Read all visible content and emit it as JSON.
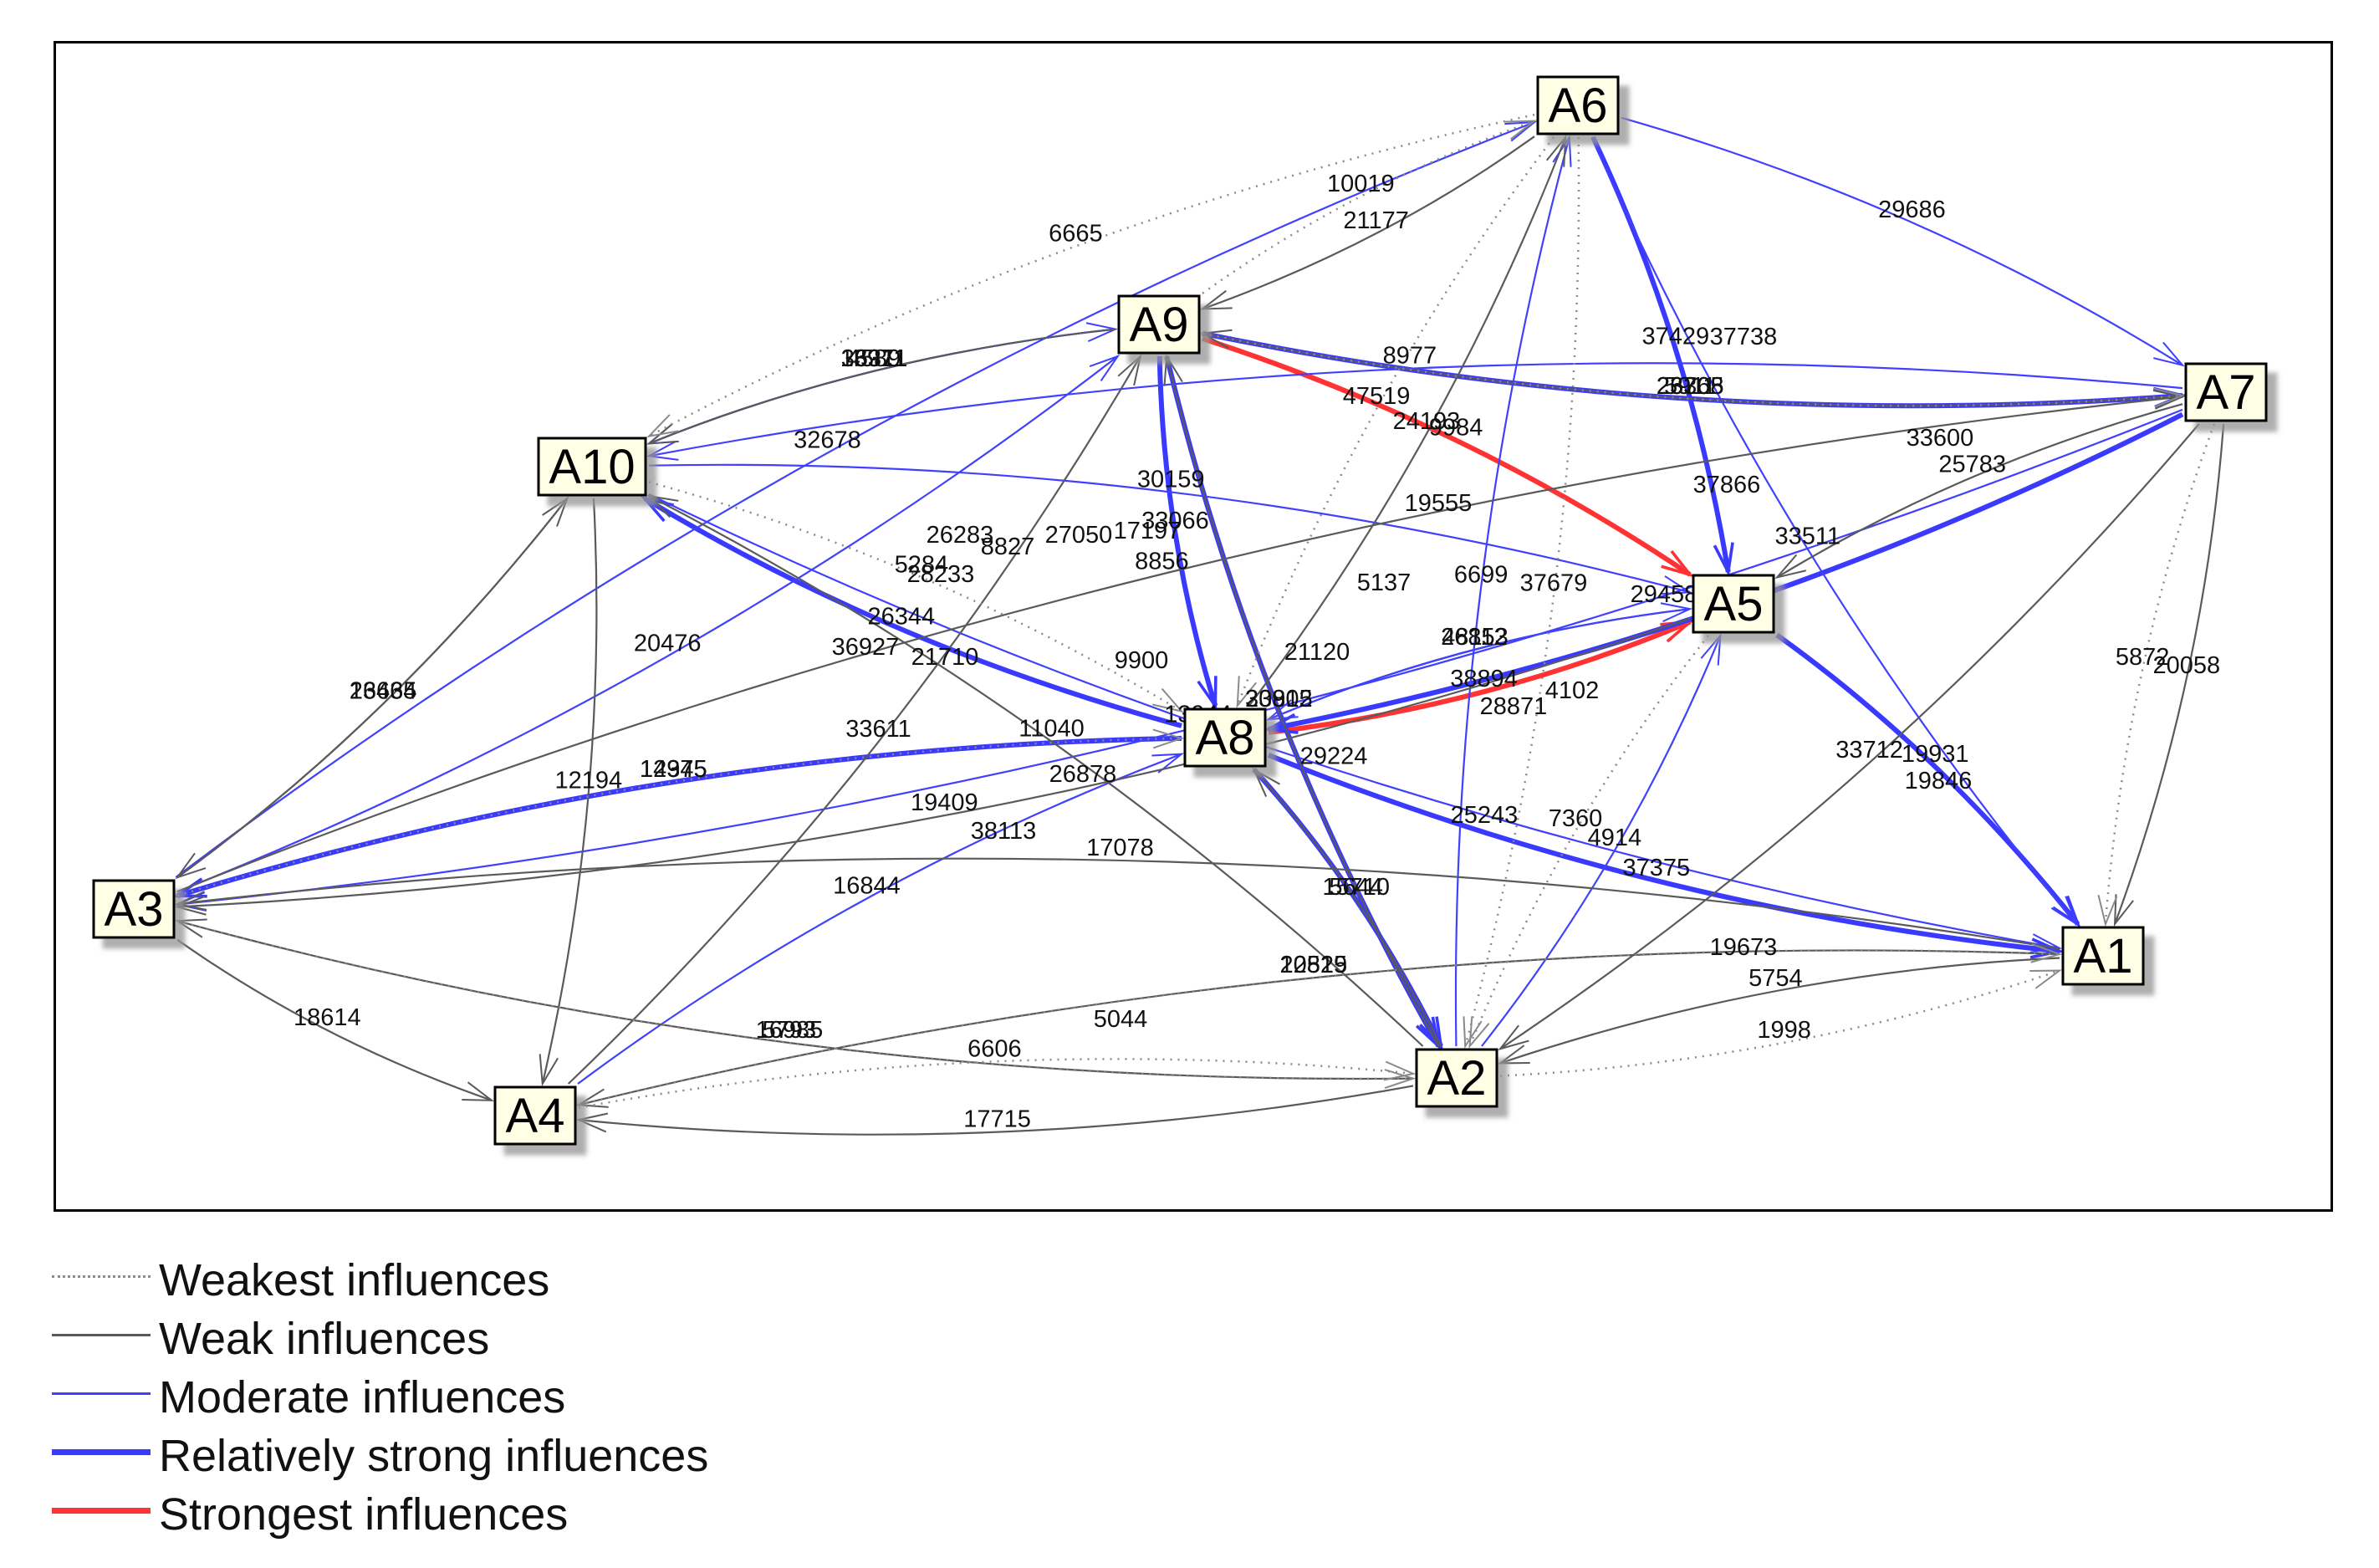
{
  "nodes": [
    {
      "id": "A1",
      "label": "A1"
    },
    {
      "id": "A2",
      "label": "A2"
    },
    {
      "id": "A3",
      "label": "A3"
    },
    {
      "id": "A4",
      "label": "A4"
    },
    {
      "id": "A5",
      "label": "A5"
    },
    {
      "id": "A6",
      "label": "A6"
    },
    {
      "id": "A7",
      "label": "A7"
    },
    {
      "id": "A8",
      "label": "A8"
    },
    {
      "id": "A9",
      "label": "A9"
    },
    {
      "id": "A10",
      "label": "A10"
    }
  ],
  "edges": [
    {
      "from": "A9",
      "to": "A5",
      "cls": "strongest",
      "label": "9984"
    },
    {
      "from": "A8",
      "to": "A5",
      "cls": "strongest",
      "label": "38894"
    },
    {
      "from": "A6",
      "to": "A5",
      "cls": "strong",
      "label": "37429"
    },
    {
      "from": "A9",
      "to": "A7",
      "cls": "strong",
      "label": "26305"
    },
    {
      "from": "A8",
      "to": "A10",
      "cls": "strong",
      "label": "26344"
    },
    {
      "from": "A9",
      "to": "A2",
      "cls": "strong",
      "label": "33815"
    },
    {
      "from": "A8",
      "to": "A2",
      "cls": "strong",
      "label": "5644"
    },
    {
      "from": "A8",
      "to": "A1",
      "cls": "strong",
      "label": "37375"
    },
    {
      "from": "A5",
      "to": "A1",
      "cls": "strong",
      "label": "19931"
    },
    {
      "from": "A8",
      "to": "A3",
      "cls": "strong",
      "label": "12345"
    },
    {
      "from": "A7",
      "to": "A8",
      "cls": "strong",
      "label": "14056"
    },
    {
      "from": "A9",
      "to": "A8",
      "cls": "strong",
      "label": "33066"
    },
    {
      "from": "A6",
      "to": "A7",
      "cls": "moderate",
      "label": "29686"
    },
    {
      "from": "A9",
      "to": "A10",
      "cls": "moderate",
      "label": "4589"
    },
    {
      "from": "A10",
      "to": "A9",
      "cls": "moderate",
      "label": "36311"
    },
    {
      "from": "A3",
      "to": "A9",
      "cls": "moderate",
      "label": "20476"
    },
    {
      "from": "A10",
      "to": "A5",
      "cls": "moderate",
      "label": "30159"
    },
    {
      "from": "A7",
      "to": "A10",
      "cls": "moderate",
      "label": "8977"
    },
    {
      "from": "A4",
      "to": "A8",
      "cls": "moderate",
      "label": "16844"
    },
    {
      "from": "A2",
      "to": "A5",
      "cls": "moderate",
      "label": "4914"
    },
    {
      "from": "A2",
      "to": "A6",
      "cls": "moderate",
      "label": "6699"
    },
    {
      "from": "A6",
      "to": "A1",
      "cls": "moderate",
      "label": "33511"
    },
    {
      "from": "A7",
      "to": "A3",
      "cls": "moderate",
      "label": "13944"
    },
    {
      "from": "A10",
      "to": "A1",
      "cls": "moderate",
      "label": "29224"
    },
    {
      "from": "A8",
      "to": "A5",
      "cls": "moderate",
      "label": "48112"
    },
    {
      "from": "A5",
      "to": "A8",
      "cls": "moderate",
      "label": "26853"
    },
    {
      "from": "A3",
      "to": "A6",
      "cls": "moderate",
      "label": "32678"
    },
    {
      "from": "A2",
      "to": "A8",
      "cls": "weak",
      "label": "15710"
    },
    {
      "from": "A10",
      "to": "A3",
      "cls": "weak",
      "label": "16664"
    },
    {
      "from": "A3",
      "to": "A10",
      "cls": "weak",
      "label": "23435"
    },
    {
      "from": "A10",
      "to": "A4",
      "cls": "weak",
      "label": "12194"
    },
    {
      "from": "A3",
      "to": "A4",
      "cls": "weak",
      "label": "18614"
    },
    {
      "from": "A2",
      "to": "A4",
      "cls": "weak",
      "label": "17715"
    },
    {
      "from": "A1",
      "to": "A2",
      "cls": "weak",
      "label": "5754"
    },
    {
      "from": "A7",
      "to": "A1",
      "cls": "weak",
      "label": "20058"
    },
    {
      "from": "A1",
      "to": "A3",
      "cls": "weak",
      "label": "17078"
    },
    {
      "from": "A2",
      "to": "A3",
      "cls": "weak",
      "label": "5793"
    },
    {
      "from": "A1",
      "to": "A4",
      "cls": "weak",
      "label": "20825"
    },
    {
      "from": "A6",
      "to": "A9",
      "cls": "weak",
      "label": "21177"
    },
    {
      "from": "A9",
      "to": "A10",
      "cls": "weak",
      "label": "18971"
    },
    {
      "from": "A7",
      "to": "A9",
      "cls": "weak",
      "label": "23768"
    },
    {
      "from": "A7",
      "to": "A5",
      "cls": "weak",
      "label": "25783"
    },
    {
      "from": "A7",
      "to": "A2",
      "cls": "weak",
      "label": "33712"
    },
    {
      "from": "A2",
      "to": "A10",
      "cls": "weak",
      "label": "11040"
    },
    {
      "from": "A3",
      "to": "A7",
      "cls": "weak",
      "label": "8856"
    },
    {
      "from": "A4",
      "to": "A9",
      "cls": "weak",
      "label": "33611"
    },
    {
      "from": "A2",
      "to": "A9",
      "cls": "weak",
      "label": "20902"
    },
    {
      "from": "A8",
      "to": "A6",
      "cls": "weak",
      "label": "24193"
    },
    {
      "from": "A5",
      "to": "A3",
      "cls": "weak",
      "label": "19409"
    },
    {
      "from": "A6",
      "to": "A10",
      "cls": "weakest",
      "label": "6665"
    },
    {
      "from": "A9",
      "to": "A6",
      "cls": "weakest",
      "label": "10019"
    },
    {
      "from": "A9",
      "to": "A7",
      "cls": "weakest",
      "label": "5911"
    },
    {
      "from": "A4",
      "to": "A2",
      "cls": "weakest",
      "label": "6606"
    },
    {
      "from": "A2",
      "to": "A1",
      "cls": "weakest",
      "label": "1998"
    },
    {
      "from": "A4",
      "to": "A1",
      "cls": "weakest",
      "label": "12519"
    },
    {
      "from": "A3",
      "to": "A2",
      "cls": "weakest",
      "label": "16985"
    },
    {
      "from": "A6",
      "to": "A2",
      "cls": "weakest",
      "label": "37679"
    },
    {
      "from": "A7",
      "to": "A1",
      "cls": "weakest",
      "label": "5872"
    },
    {
      "from": "A3",
      "to": "A8",
      "cls": "weakest",
      "label": "14975"
    },
    {
      "from": "A5",
      "to": "A2",
      "cls": "weakest",
      "label": "7360"
    },
    {
      "from": "A10",
      "to": "A8",
      "cls": "weakest",
      "label": "5284"
    },
    {
      "from": "A6",
      "to": "A8",
      "cls": "weakest",
      "label": "47519"
    }
  ],
  "floating_labels": [
    "33600",
    "37738",
    "37866",
    "19555",
    "5137",
    "21120",
    "9900",
    "28233",
    "36927",
    "21710",
    "27050",
    "17197",
    "26283",
    "38113",
    "25243",
    "28871",
    "4102",
    "19846",
    "26878",
    "5044",
    "19673",
    "29458",
    "8827"
  ],
  "legend": [
    {
      "label": "Weakest influences",
      "cls": "weakest"
    },
    {
      "label": "Weak influences",
      "cls": "weak"
    },
    {
      "label": "Moderate influences",
      "cls": "moderate"
    },
    {
      "label": "Relatively strong influences",
      "cls": "strong"
    },
    {
      "label": "Strongest influences",
      "cls": "strongest"
    }
  ],
  "colors": {
    "weakest": "#8a8a8a",
    "weak": "#5a5a5a",
    "moderate": "#4040ff",
    "strong": "#3a3aff",
    "strongest": "#ff3333",
    "node_fill": "#ffffe6",
    "node_border": "#000000"
  }
}
